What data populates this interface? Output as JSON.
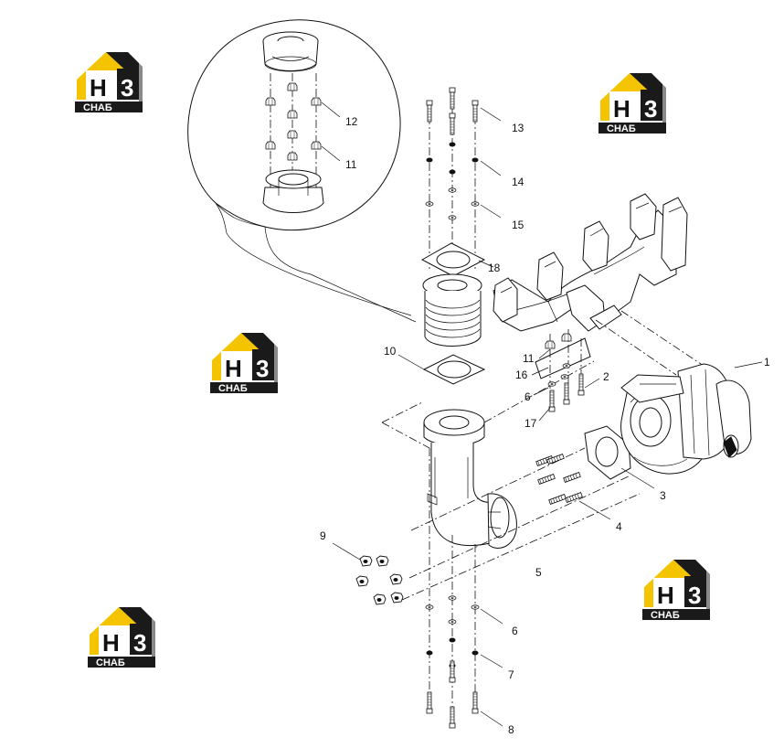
{
  "watermark": {
    "letters": "H",
    "digit": "3",
    "brand": "СНАБ",
    "colors": {
      "yellow": "#f4c400",
      "dark": "#1a1a1a",
      "gray": "#8a8a8a"
    }
  },
  "callouts": [
    {
      "id": "c1",
      "label": "1"
    },
    {
      "id": "c2",
      "label": "2"
    },
    {
      "id": "c3",
      "label": "3"
    },
    {
      "id": "c4",
      "label": "4"
    },
    {
      "id": "c5",
      "label": "5"
    },
    {
      "id": "c6a",
      "label": "6"
    },
    {
      "id": "c6b",
      "label": "6"
    },
    {
      "id": "c7",
      "label": "7"
    },
    {
      "id": "c8",
      "label": "8"
    },
    {
      "id": "c9",
      "label": "9"
    },
    {
      "id": "c10",
      "label": "10"
    },
    {
      "id": "c11a",
      "label": "11"
    },
    {
      "id": "c11b",
      "label": "11"
    },
    {
      "id": "c12",
      "label": "12"
    },
    {
      "id": "c13",
      "label": "13"
    },
    {
      "id": "c14",
      "label": "14"
    },
    {
      "id": "c15",
      "label": "15"
    },
    {
      "id": "c16",
      "label": "16"
    },
    {
      "id": "c17",
      "label": "17"
    },
    {
      "id": "c18",
      "label": "18"
    }
  ]
}
